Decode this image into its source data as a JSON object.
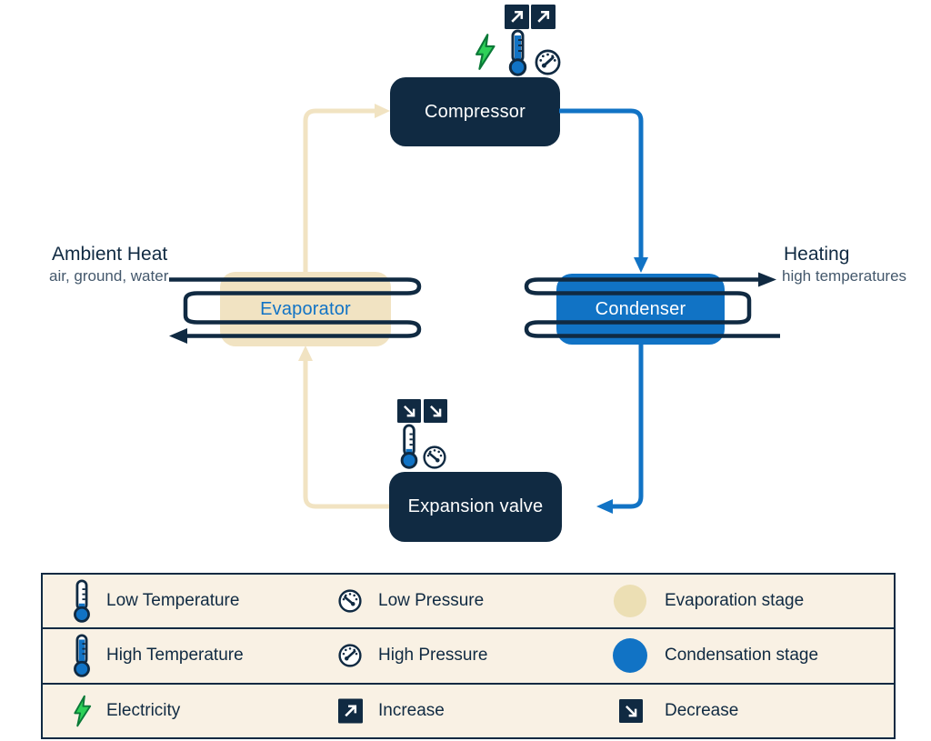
{
  "colors": {
    "navy": "#102a42",
    "blue": "#1173c5",
    "cream": "#f1e3c2",
    "legend_background": "#f9f1e4",
    "green": "#2ed158",
    "evaporation_dot": "#ecdfb4"
  },
  "diagram": {
    "nodes": {
      "compressor": {
        "label": "Compressor"
      },
      "condenser": {
        "label": "Condenser"
      },
      "evaporator": {
        "label": "Evaporator"
      },
      "expansion_valve": {
        "label": "Expansion valve"
      }
    },
    "annotations": {
      "ambient_heat": {
        "title": "Ambient Heat",
        "subtitle": "air, ground, water"
      },
      "heating": {
        "title": "Heating",
        "subtitle": "high temperatures"
      }
    },
    "indicators": {
      "compressor": [
        "increase-icon",
        "increase-icon",
        "electricity-icon",
        "high-temperature-icon",
        "high-pressure-icon"
      ],
      "expansion_valve": [
        "decrease-icon",
        "decrease-icon",
        "low-temperature-icon",
        "low-pressure-icon"
      ]
    }
  },
  "legend": {
    "rows": [
      {
        "cells": [
          {
            "icon": "thermometer-low-icon",
            "label": "Low Temperature"
          },
          {
            "icon": "gauge-low-icon",
            "label": "Low Pressure"
          },
          {
            "icon": "evaporation-stage-dot",
            "label": "Evaporation stage"
          }
        ]
      },
      {
        "cells": [
          {
            "icon": "thermometer-high-icon",
            "label": "High Temperature"
          },
          {
            "icon": "gauge-high-icon",
            "label": "High Pressure"
          },
          {
            "icon": "condensation-stage-dot",
            "label": "Condensation stage"
          }
        ]
      },
      {
        "cells": [
          {
            "icon": "lightning-icon",
            "label": "Electricity"
          },
          {
            "icon": "increase-icon",
            "label": "Increase"
          },
          {
            "icon": "decrease-icon",
            "label": "Decrease"
          }
        ]
      }
    ]
  }
}
